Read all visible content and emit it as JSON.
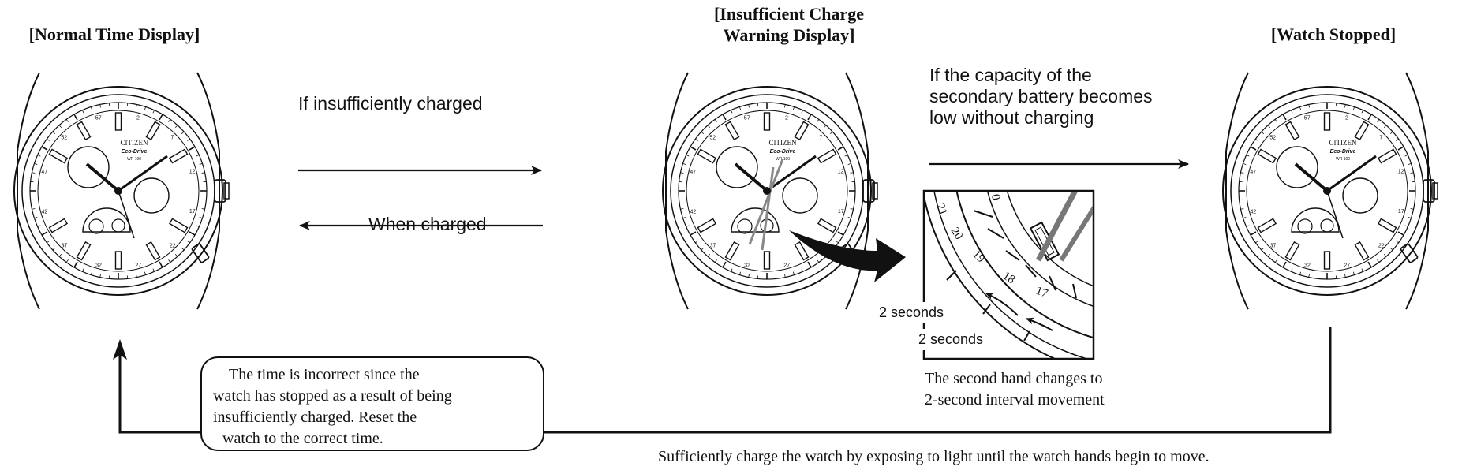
{
  "states": {
    "normal": {
      "title": "[Normal Time Display]"
    },
    "warning": {
      "title_line1": "[Insufficient Charge",
      "title_line2": "Warning Display]"
    },
    "stopped": {
      "title": "[Watch Stopped]"
    }
  },
  "transitions": {
    "to_warning": "If insufficiently charged",
    "to_normal": "When charged",
    "to_stopped_line1": "If the capacity of the",
    "to_stopped_line2": "secondary battery becomes",
    "to_stopped_line3": "low without charging"
  },
  "detail": {
    "interval1": "2 seconds",
    "interval2": "2 seconds",
    "caption_line1": "The second hand changes to",
    "caption_line2": "2-second interval movement",
    "dial_numbers": [
      "21",
      "20",
      "19",
      "18",
      "17",
      "0"
    ]
  },
  "watch_dial": {
    "brand": "CITIZEN",
    "model": "Eco-Drive",
    "wr": "WR 100"
  },
  "callout": {
    "line1": "The time is incorrect since the",
    "line2": "watch has stopped as a result of being",
    "line3": "insufficiently charged.  Reset the",
    "line4": "watch to the correct time."
  },
  "bottom_note": "Sufficiently charge the watch by exposing to light until the watch hands begin to move."
}
